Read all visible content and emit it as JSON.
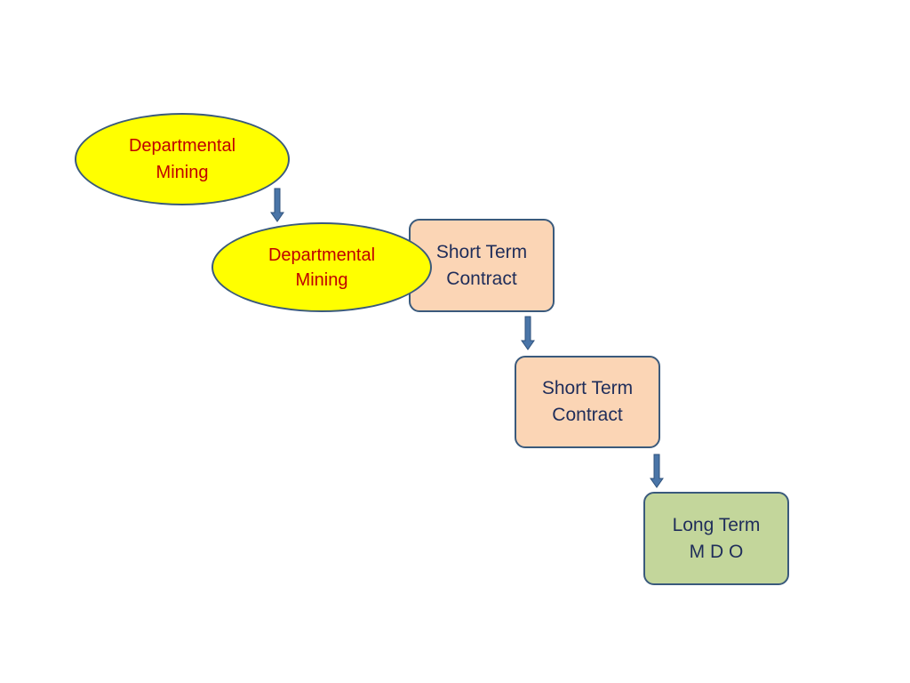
{
  "diagram": {
    "nodes": [
      {
        "id": "ellipse-1",
        "shape": "ellipse",
        "text": "Departmental\nMining"
      },
      {
        "id": "ellipse-2",
        "shape": "ellipse",
        "text": "Departmental\nMining"
      },
      {
        "id": "box-1",
        "shape": "rounded-rect",
        "text": "Short Term\nContract"
      },
      {
        "id": "box-2",
        "shape": "rounded-rect",
        "text": "Short Term\nContract"
      },
      {
        "id": "box-3",
        "shape": "rounded-rect",
        "text": "Long Term\nM D O"
      }
    ],
    "edges": [
      {
        "from": "ellipse-1",
        "to": "ellipse-2"
      },
      {
        "from": "box-1",
        "to": "box-2"
      },
      {
        "from": "box-2",
        "to": "box-3"
      }
    ]
  },
  "colors": {
    "ellipse_fill": "#ffff00",
    "ellipse_text": "#c00000",
    "short_term_fill": "#fbd5b5",
    "long_term_fill": "#c3d69b",
    "box_text": "#1f2d5a",
    "outline": "#3a5a7c",
    "arrow": "#4a75a8"
  }
}
